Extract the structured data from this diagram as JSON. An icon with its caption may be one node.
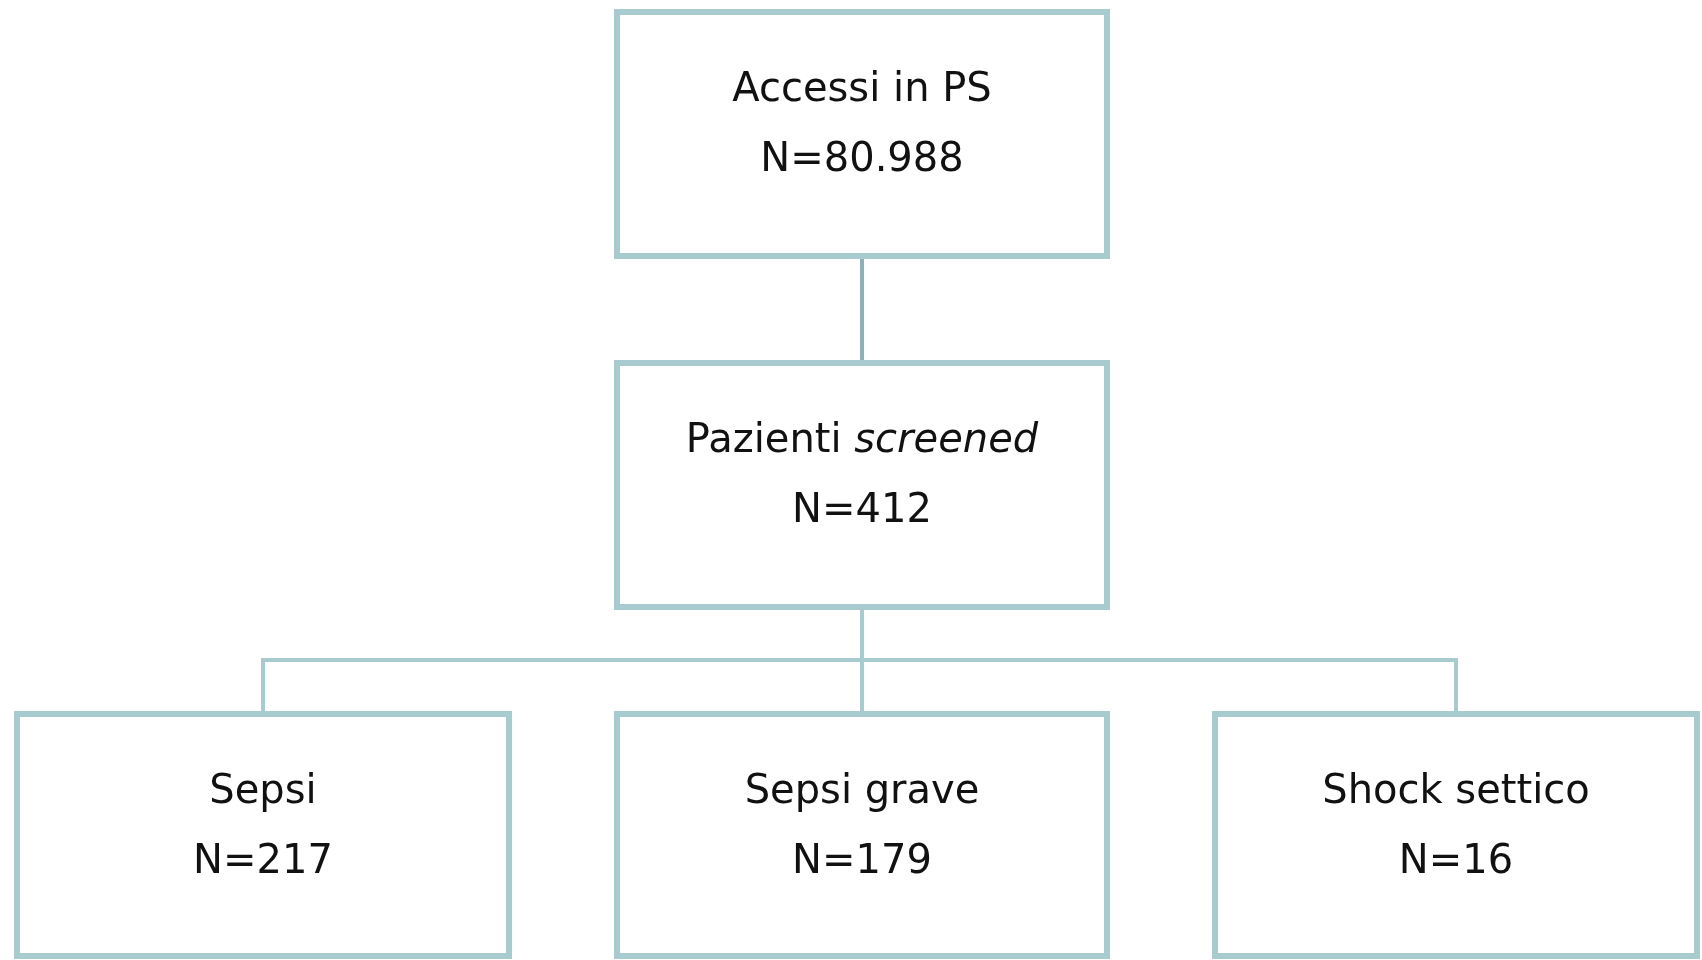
{
  "diagram": {
    "nodes": [
      {
        "text": [
          "Accessi in PS",
          "N=80.988"
        ]
      },
      {
        "text": [
          "Pazienti *screened*",
          "N=412"
        ]
      },
      {
        "text": [
          "Sepsi",
          "N=217"
        ]
      },
      {
        "text": [
          "Sepsi grave",
          "N=179"
        ]
      },
      {
        "text": [
          "Shock settico",
          "N=16"
        ]
      }
    ],
    "edges": [
      {
        "from": 0,
        "to": 1,
        "arrow": "none",
        "color": "#8fb1b5"
      },
      {
        "from": 1,
        "to": 2,
        "arrow": "none"
      },
      {
        "from": 1,
        "to": 3,
        "arrow": "none"
      },
      {
        "from": 1,
        "to": 4,
        "arrow": "none"
      }
    ]
  }
}
